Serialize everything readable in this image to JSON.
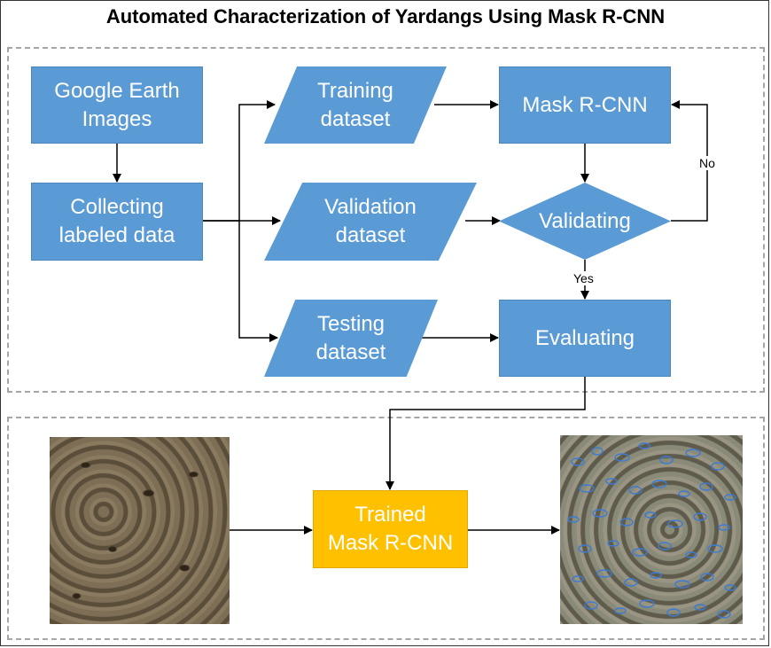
{
  "title": "Automated Characterization of Yardangs Using Mask R-CNN",
  "nodes": {
    "google_earth": "Google Earth\nImages",
    "collecting": "Collecting\nlabeled data",
    "training": "Training\ndataset",
    "validation": "Validation\ndataset",
    "testing": "Testing\ndataset",
    "mask_rcnn": "Mask R-CNN",
    "validating": "Validating",
    "evaluating": "Evaluating",
    "trained": "Trained\nMask R-CNN"
  },
  "edge_labels": {
    "no": "No",
    "yes": "Yes"
  },
  "images": {
    "input": "input-yardang-image",
    "output": "segmented-yardang-image"
  },
  "colors": {
    "process_blue": "#5b9bd5",
    "trained_gold": "#ffc000",
    "instance_outline_blue": "#3a7bd5"
  }
}
